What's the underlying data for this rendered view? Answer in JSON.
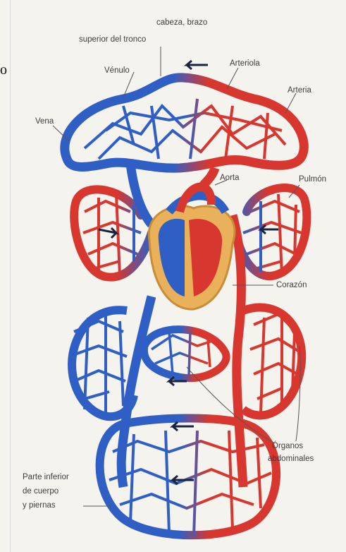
{
  "labels": {
    "head_line1": "cabeza, brazo",
    "head_line2": "superior del tronco",
    "venule": "Vénulo",
    "arteriole": "Arteriola",
    "artery": "Arteria",
    "vein": "Vena",
    "aorta": "Aorta",
    "lung": "Pulmón",
    "heart": "Corazón",
    "organs_line1": "Órganos",
    "organs_line2": "abdominales",
    "lower_line1": "Parte inferior",
    "lower_line2": "de cuerpo",
    "lower_line3": "y piernas",
    "edge_letter": "o"
  },
  "colors": {
    "venous": "#2f5fc4",
    "arterial": "#d8372f",
    "heart_fill": "#e8b15a",
    "background": "#f4f3ee"
  }
}
